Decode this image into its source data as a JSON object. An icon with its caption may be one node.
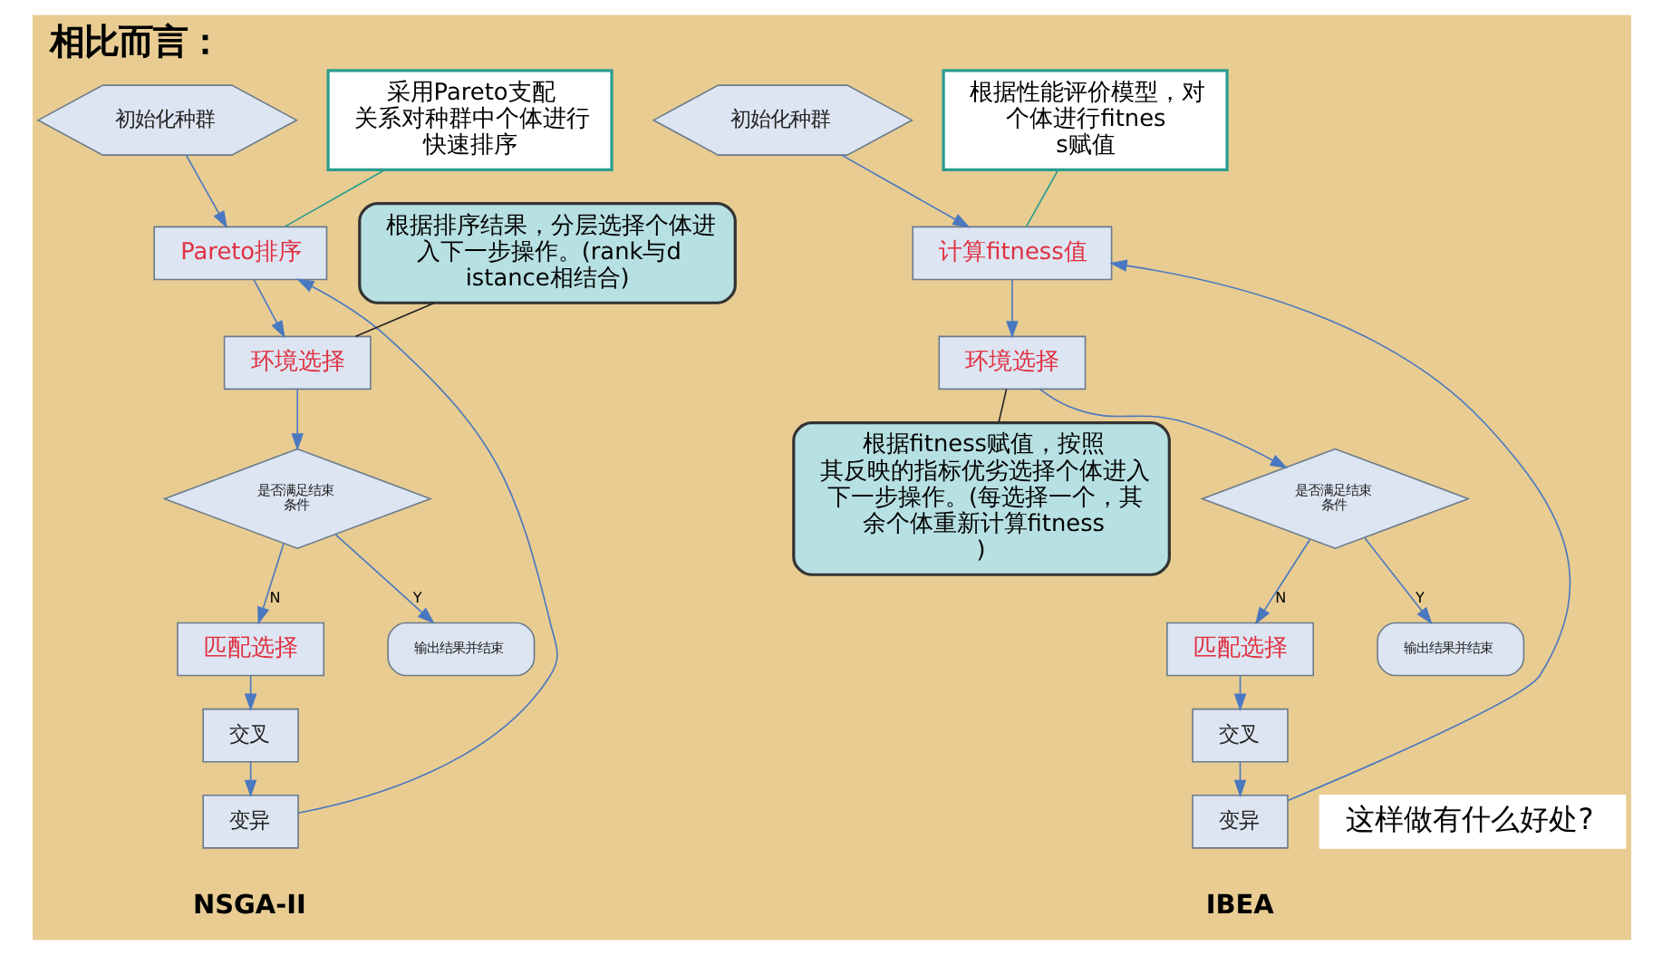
{
  "diagram": {
    "title": "相比而言：",
    "nodes": [
      {
        "text": [
          "初始化种群"
        ]
      },
      {
        "text": [
          "Pareto排序"
        ]
      },
      {
        "text": [
          "环境选择"
        ]
      },
      {
        "text": [
          "是否满足结束条件"
        ]
      },
      {
        "text": [
          "输出结果并结束"
        ]
      },
      {
        "text": [
          "匹配选择"
        ]
      },
      {
        "text": [
          "交叉"
        ]
      },
      {
        "text": [
          "变异"
        ]
      },
      {
        "text": [
          "采用Pareto支配关系对种群中个体进行快速排序"
        ]
      },
      {
        "text": [
          "根据排序结果，分层选择个体进入下一步操作。(rank与distance相结合)"
        ]
      },
      {
        "text": [
          "初始化种群"
        ]
      },
      {
        "text": [
          "计算fitness值"
        ]
      },
      {
        "text": [
          "环境选择"
        ]
      },
      {
        "text": [
          "是否满足结束条件"
        ]
      },
      {
        "text": [
          "输出结果并结束"
        ]
      },
      {
        "text": [
          "匹配选择"
        ]
      },
      {
        "text": [
          "交叉"
        ]
      },
      {
        "text": [
          "变异"
        ]
      },
      {
        "text": [
          "根据性能评价模型，对个体进行fitness赋值"
        ]
      },
      {
        "text": [
          "根据fitness赋值，按照其反映的指标优劣选择个体进入下一步操作。(每选择一个，其余个体重新计算fitness)"
        ]
      },
      {
        "text": [
          "这样做有什么好处?"
        ]
      }
    ],
    "edges": [
      {
        "from": 0,
        "to": 1,
        "arrow": "to"
      },
      {
        "from": 1,
        "to": 2,
        "arrow": "to"
      },
      {
        "from": 2,
        "to": 3,
        "arrow": "to"
      },
      {
        "from": 3,
        "to": 5,
        "arrow": "to",
        "label": "N"
      },
      {
        "from": 3,
        "to": 4,
        "arrow": "to",
        "label": "Y"
      },
      {
        "from": 5,
        "to": 6,
        "arrow": "to"
      },
      {
        "from": 6,
        "to": 7,
        "arrow": "to"
      },
      {
        "from": 7,
        "to": 1,
        "arrow": "to"
      },
      {
        "from": 8,
        "to": 1,
        "arrow": "none",
        "color": "#2a9d8f"
      },
      {
        "from": 9,
        "to": 2,
        "arrow": "none",
        "color": "#222222"
      },
      {
        "from": 10,
        "to": 11,
        "arrow": "to"
      },
      {
        "from": 11,
        "to": 12,
        "arrow": "to"
      },
      {
        "from": 12,
        "to": 13,
        "arrow": "to"
      },
      {
        "from": 13,
        "to": 15,
        "arrow": "to",
        "label": "N"
      },
      {
        "from": 13,
        "to": 14,
        "arrow": "to",
        "label": "Y"
      },
      {
        "from": 15,
        "to": 16,
        "arrow": "to"
      },
      {
        "from": 16,
        "to": 17,
        "arrow": "to"
      },
      {
        "from": 17,
        "to": 11,
        "arrow": "to"
      },
      {
        "from": 18,
        "to": 11,
        "arrow": "none",
        "color": "#2a9d8f"
      },
      {
        "from": 19,
        "to": 12,
        "arrow": "none",
        "color": "#222222"
      }
    ],
    "labels": [
      "NSGA-II",
      "IBEA"
    ]
  }
}
